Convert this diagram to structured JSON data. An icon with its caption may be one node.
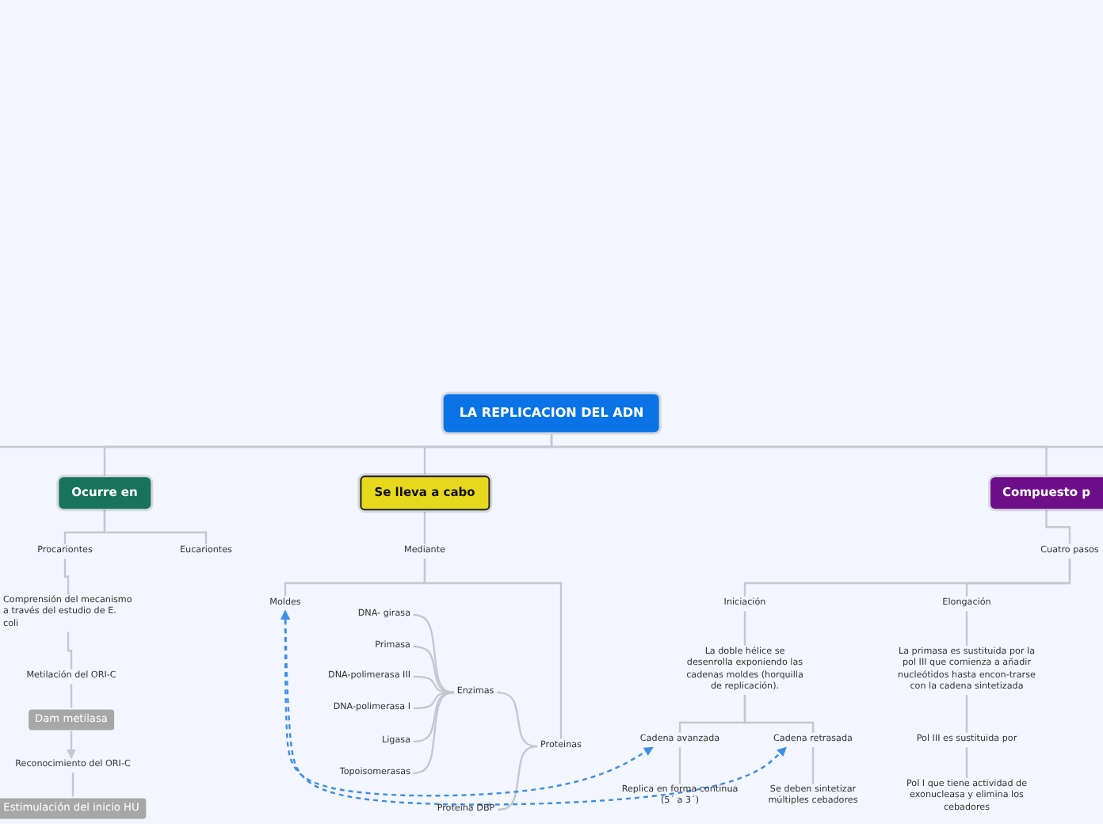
{
  "diagram": {
    "nodes": [
      {
        "text": [
          "LA REPLICACION DEL ADN"
        ]
      },
      {
        "text": [
          "Ocurre en"
        ]
      },
      {
        "text": [
          "Procariontes"
        ]
      },
      {
        "text": [
          "Eucariontes"
        ]
      },
      {
        "text": [
          "Comprensión del mecanismo a través del estudio de E. coli"
        ]
      },
      {
        "text": [
          "Metilación del ORI-C"
        ]
      },
      {
        "text": [
          "Dam metilasa"
        ]
      },
      {
        "text": [
          "Reconocimiento del ORI-C"
        ]
      },
      {
        "text": [
          "Estimulación del inicio HU"
        ]
      },
      {
        "text": [
          "Se lleva a cabo"
        ]
      },
      {
        "text": [
          "Mediante"
        ]
      },
      {
        "text": [
          "Moldes"
        ]
      },
      {
        "text": [
          "DNA- girasa"
        ]
      },
      {
        "text": [
          "Primasa"
        ]
      },
      {
        "text": [
          "DNA-polimerasa III"
        ]
      },
      {
        "text": [
          "DNA-polimerasa I"
        ]
      },
      {
        "text": [
          "Ligasa"
        ]
      },
      {
        "text": [
          "Topoisomerasas"
        ]
      },
      {
        "text": [
          "Enzimas"
        ]
      },
      {
        "text": [
          "Proteinas"
        ]
      },
      {
        "text": [
          "Proteína DBP"
        ]
      },
      {
        "text": [
          "Compuesto p"
        ]
      },
      {
        "text": [
          "Cuatro pasos"
        ]
      },
      {
        "text": [
          "Iniciación"
        ]
      },
      {
        "text": [
          "Elongación"
        ]
      },
      {
        "text": [
          "La doble hélice se desenrolla exponiendo las cadenas moldes (horquilla de replicación)."
        ]
      },
      {
        "text": [
          "Cadena avanzada"
        ]
      },
      {
        "text": [
          "Cadena retrasada"
        ]
      },
      {
        "text": [
          "Replica en forma continua (5´ a 3´)"
        ]
      },
      {
        "text": [
          "Se deben sintetizar múltiples cebadores"
        ]
      },
      {
        "text": [
          "La primasa es sustituida por la pol III que comienza a añadir nucleótidos hasta encon-trarse con la cadena sintetizada"
        ]
      },
      {
        "text": [
          "Pol III es sustituida por"
        ]
      },
      {
        "text": [
          "Pol I que tiene actividad de exonucleasa y elimina los cebadores"
        ]
      }
    ],
    "edges": [
      {
        "from": 0,
        "to": 1,
        "arrow": "none"
      },
      {
        "from": 0,
        "to": 9,
        "arrow": "none"
      },
      {
        "from": 0,
        "to": 21,
        "arrow": "none"
      },
      {
        "from": 1,
        "to": 2,
        "arrow": "none"
      },
      {
        "from": 1,
        "to": 3,
        "arrow": "none"
      },
      {
        "from": 2,
        "to": 4,
        "arrow": "none"
      },
      {
        "from": 4,
        "to": 5,
        "arrow": "none"
      },
      {
        "from": 5,
        "to": 6,
        "arrow": "none"
      },
      {
        "from": 6,
        "to": 7,
        "arrow": "to"
      },
      {
        "from": 7,
        "to": 8,
        "arrow": "none"
      },
      {
        "from": 9,
        "to": 10,
        "arrow": "none"
      },
      {
        "from": 10,
        "to": 11,
        "arrow": "none"
      },
      {
        "from": 10,
        "to": 19,
        "arrow": "none"
      },
      {
        "from": 19,
        "to": 18,
        "arrow": "none"
      },
      {
        "from": 19,
        "to": 20,
        "arrow": "none"
      },
      {
        "from": 18,
        "to": 12,
        "arrow": "none"
      },
      {
        "from": 18,
        "to": 13,
        "arrow": "none"
      },
      {
        "from": 18,
        "to": 14,
        "arrow": "none"
      },
      {
        "from": 18,
        "to": 15,
        "arrow": "none"
      },
      {
        "from": 18,
        "to": 16,
        "arrow": "none"
      },
      {
        "from": 18,
        "to": 17,
        "arrow": "none"
      },
      {
        "from": 21,
        "to": 22,
        "arrow": "none"
      },
      {
        "from": 22,
        "to": 23,
        "arrow": "none"
      },
      {
        "from": 22,
        "to": 24,
        "arrow": "none"
      },
      {
        "from": 23,
        "to": 25,
        "arrow": "none"
      },
      {
        "from": 25,
        "to": 26,
        "arrow": "none"
      },
      {
        "from": 25,
        "to": 27,
        "arrow": "none"
      },
      {
        "from": 26,
        "to": 28,
        "arrow": "none"
      },
      {
        "from": 27,
        "to": 29,
        "arrow": "none"
      },
      {
        "from": 24,
        "to": 30,
        "arrow": "none"
      },
      {
        "from": 30,
        "to": 31,
        "arrow": "none"
      },
      {
        "from": 31,
        "to": 32,
        "arrow": "none"
      },
      {
        "from": 11,
        "to": 26,
        "arrow": "both",
        "style": "dashed",
        "color": "#3d8fe6"
      },
      {
        "from": 11,
        "to": 27,
        "arrow": "both",
        "style": "dashed",
        "color": "#3d8fe6"
      }
    ]
  }
}
